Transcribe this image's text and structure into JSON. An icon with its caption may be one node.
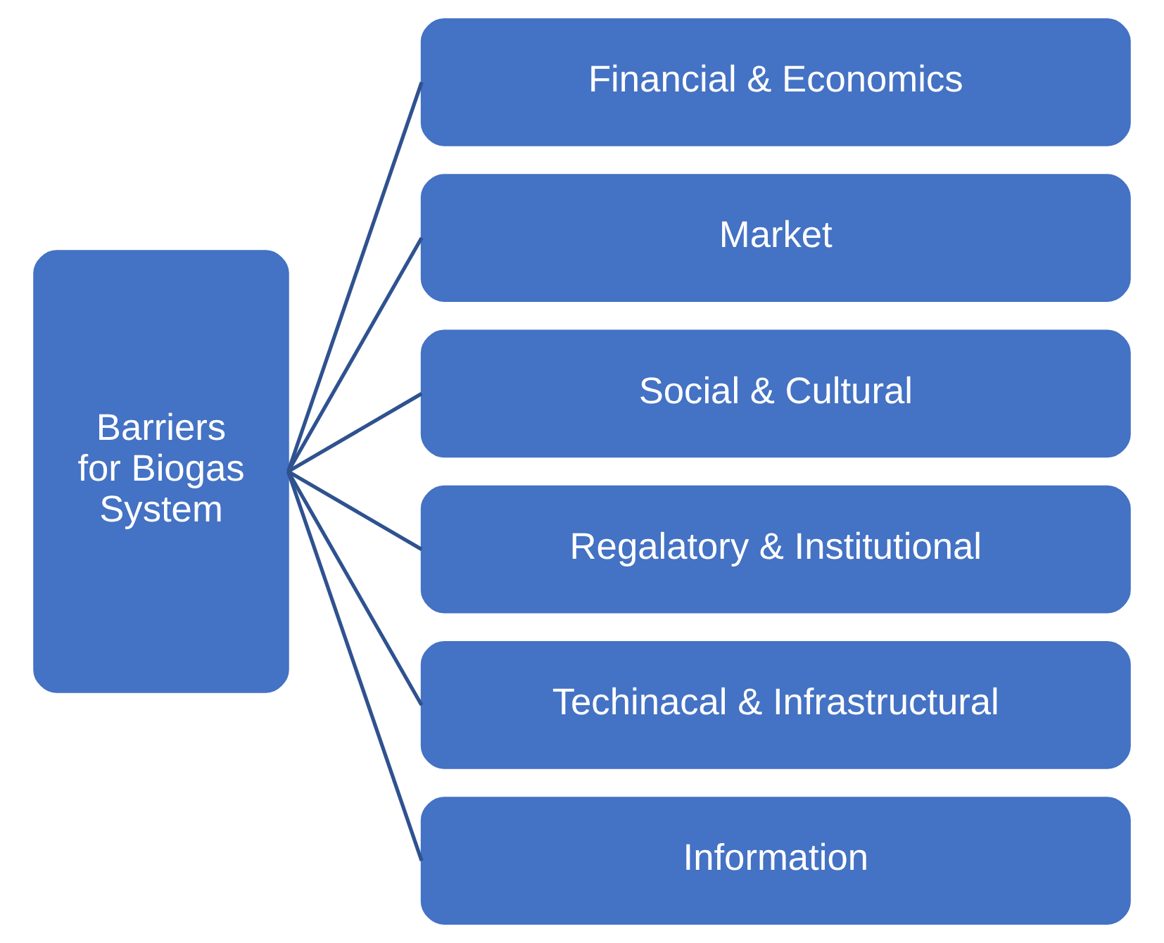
{
  "diagram": {
    "nodes": [
      {
        "text": [
          "Barriers for Biogas System"
        ]
      },
      {
        "text": [
          "Financial & Economics"
        ]
      },
      {
        "text": [
          "Market"
        ]
      },
      {
        "text": [
          "Social & Cultural"
        ]
      },
      {
        "text": [
          "Regalatory & Institutional"
        ]
      },
      {
        "text": [
          "Techinacal & Infrastructural"
        ]
      },
      {
        "text": [
          "Information"
        ]
      }
    ],
    "edges": [
      {
        "from": 0,
        "to": 1,
        "arrow": "none"
      },
      {
        "from": 0,
        "to": 2,
        "arrow": "none"
      },
      {
        "from": 0,
        "to": 3,
        "arrow": "none"
      },
      {
        "from": 0,
        "to": 4,
        "arrow": "none"
      },
      {
        "from": 0,
        "to": 5,
        "arrow": "none"
      },
      {
        "from": 0,
        "to": 6,
        "arrow": "none"
      }
    ]
  }
}
